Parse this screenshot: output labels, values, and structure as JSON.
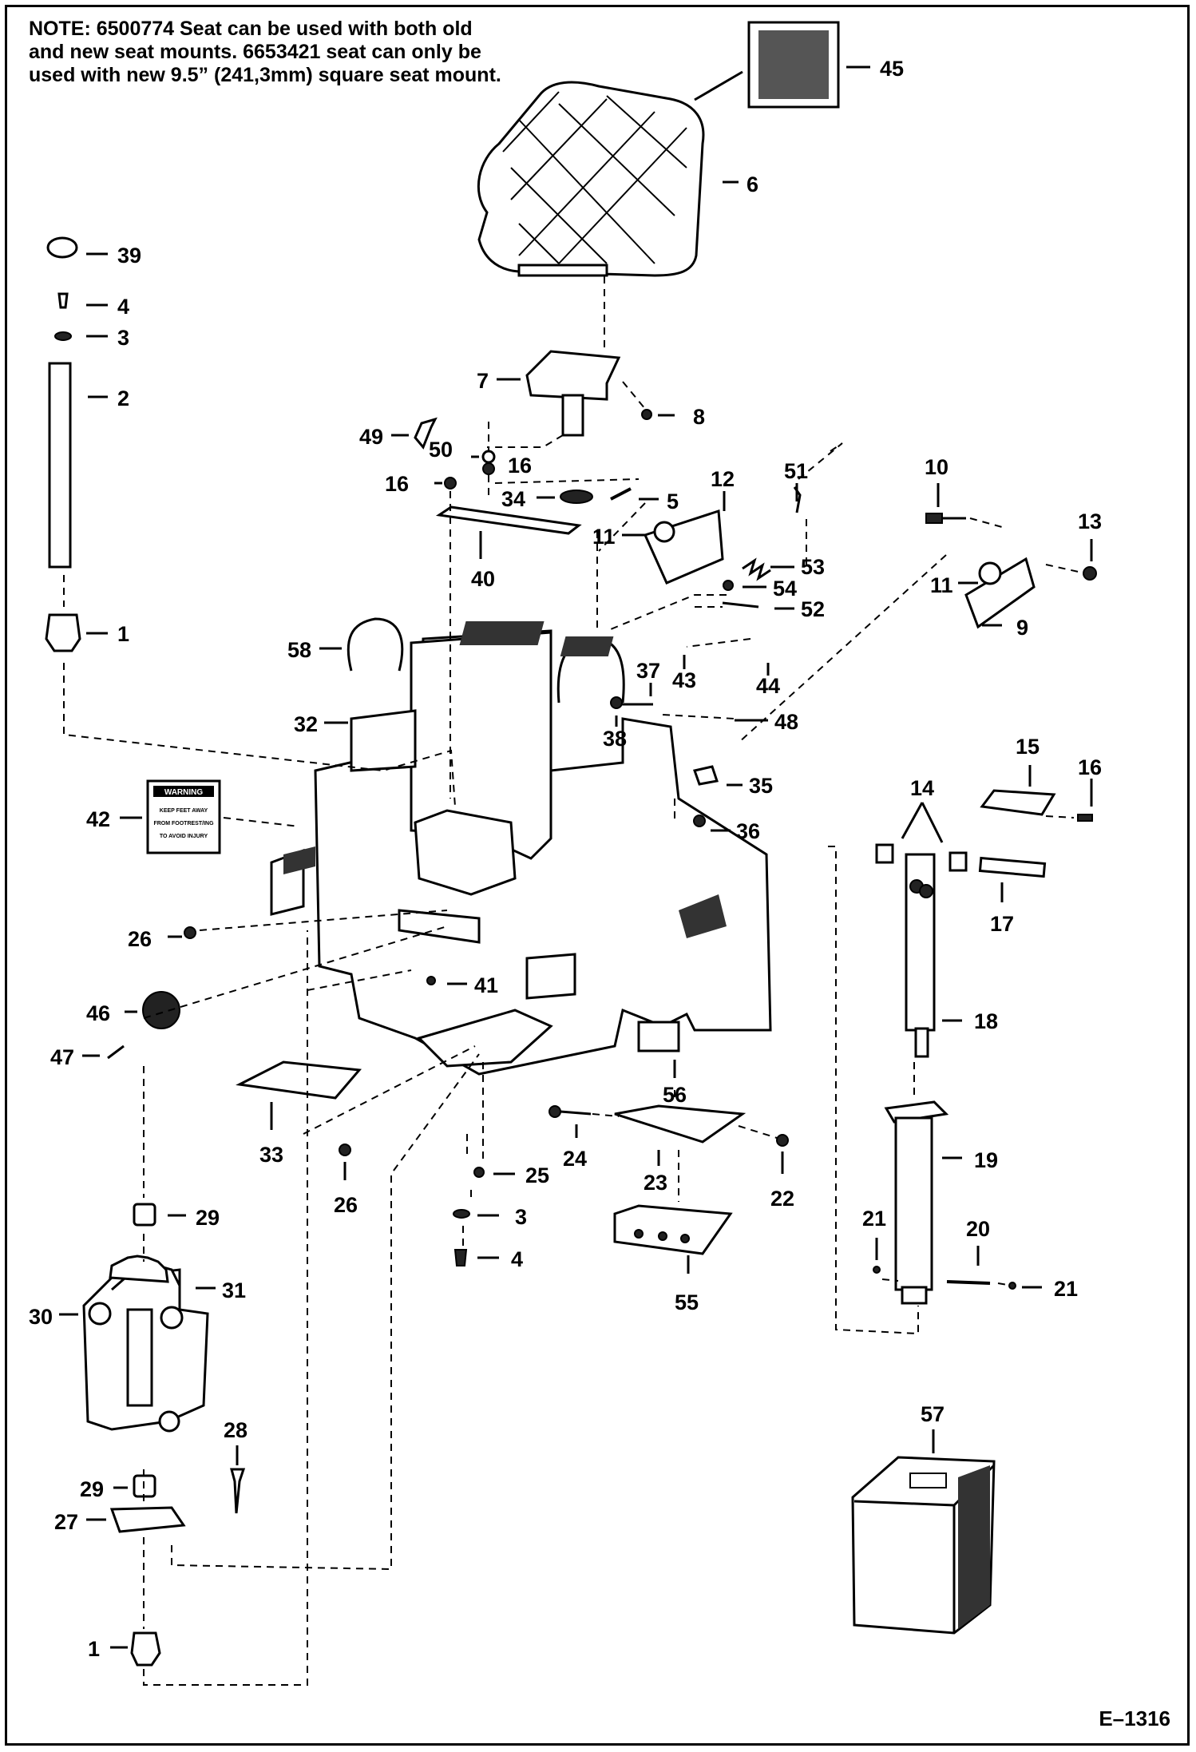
{
  "note": {
    "label": "NOTE:",
    "text": "6500774 Seat can be used with both old and new seat mounts. 6653421 seat can only be used with new 9.5” (241,3mm) square seat mount."
  },
  "drawing_code": "E–1316",
  "decal_warning": {
    "title": "WARNING",
    "lines": [
      "KEEP FEET AWAY",
      "FROM FOOTREST/ING",
      "TO AVOID INJURY"
    ]
  },
  "callouts": {
    "c45": "45",
    "c6": "6",
    "c39": "39",
    "c4a": "4",
    "c3a": "3",
    "c2": "2",
    "c7": "7",
    "c8": "8",
    "c49": "49",
    "c50": "50",
    "c16a": "16",
    "c16b": "16",
    "c34": "34",
    "c5": "5",
    "c12": "12",
    "c51": "51",
    "c10": "10",
    "c13": "13",
    "c11a": "11",
    "c11b": "11",
    "c40": "40",
    "c53": "53",
    "c54": "54",
    "c52": "52",
    "c9": "9",
    "c1a": "1",
    "c58": "58",
    "c43": "43",
    "c44": "44",
    "c37": "37",
    "c38": "38",
    "c48": "48",
    "c32": "32",
    "c15": "15",
    "c16c": "16",
    "c35": "35",
    "c14": "14",
    "c42": "42",
    "c36": "36",
    "c17": "17",
    "c26a": "26",
    "c41": "41",
    "c18": "18",
    "c46": "46",
    "c47": "47",
    "c56": "56",
    "c33": "33",
    "c24": "24",
    "c19": "19",
    "c23": "23",
    "c22": "22",
    "c26b": "26",
    "c25": "25",
    "c3b": "3",
    "c29a": "29",
    "c21a": "21",
    "c20": "20",
    "c4b": "4",
    "c55": "55",
    "c31": "31",
    "c21b": "21",
    "c30": "30",
    "c57": "57",
    "c28": "28",
    "c29b": "29",
    "c27": "27",
    "c1b": "1"
  }
}
